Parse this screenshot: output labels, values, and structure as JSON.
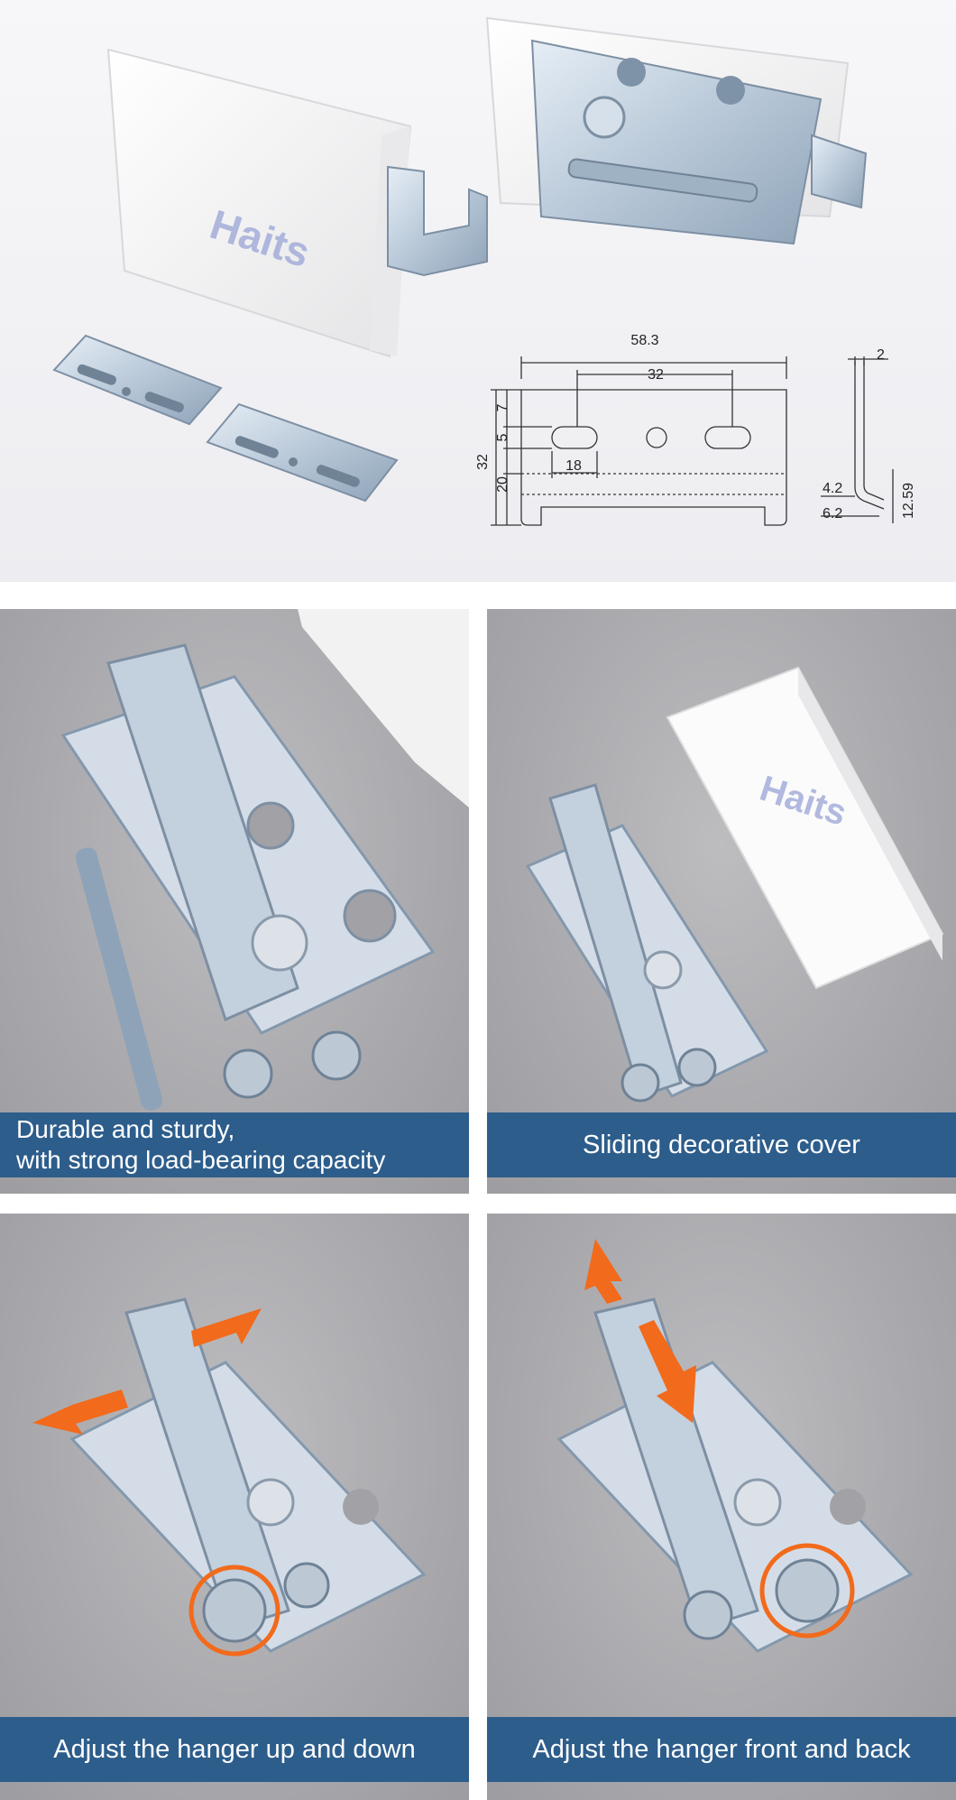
{
  "top": {
    "watermark": "Haits",
    "dims": {
      "overall_width": "58.3",
      "slot_spacing": "32",
      "slot_offset": "18",
      "height": "32",
      "row1": "7",
      "row2": "5",
      "row3": "20",
      "thickness": "2",
      "step1": "4.2",
      "step2": "6.2",
      "profile_height": "12.59"
    }
  },
  "panels": [
    {
      "caption": [
        "Durable and sturdy,",
        "with strong load-bearing capacity"
      ]
    },
    {
      "caption": [
        "Sliding decorative cover"
      ]
    },
    {
      "caption": [
        "Adjust the hanger up and down"
      ]
    },
    {
      "caption": [
        "Adjust the hanger front and back"
      ]
    }
  ],
  "colors": {
    "caption_bg": "#2d5d8b",
    "arrow": "#f26a1b",
    "highlight_ring": "#f26a1b",
    "watermark": "#9aa4d6",
    "metal": "#c9d6e3",
    "plastic_cover": "#f7f7f7"
  },
  "icons": [
    "arrow-left-icon",
    "arrow-right-icon",
    "arrow-up-icon",
    "arrow-down-icon",
    "highlight-circle-icon"
  ]
}
